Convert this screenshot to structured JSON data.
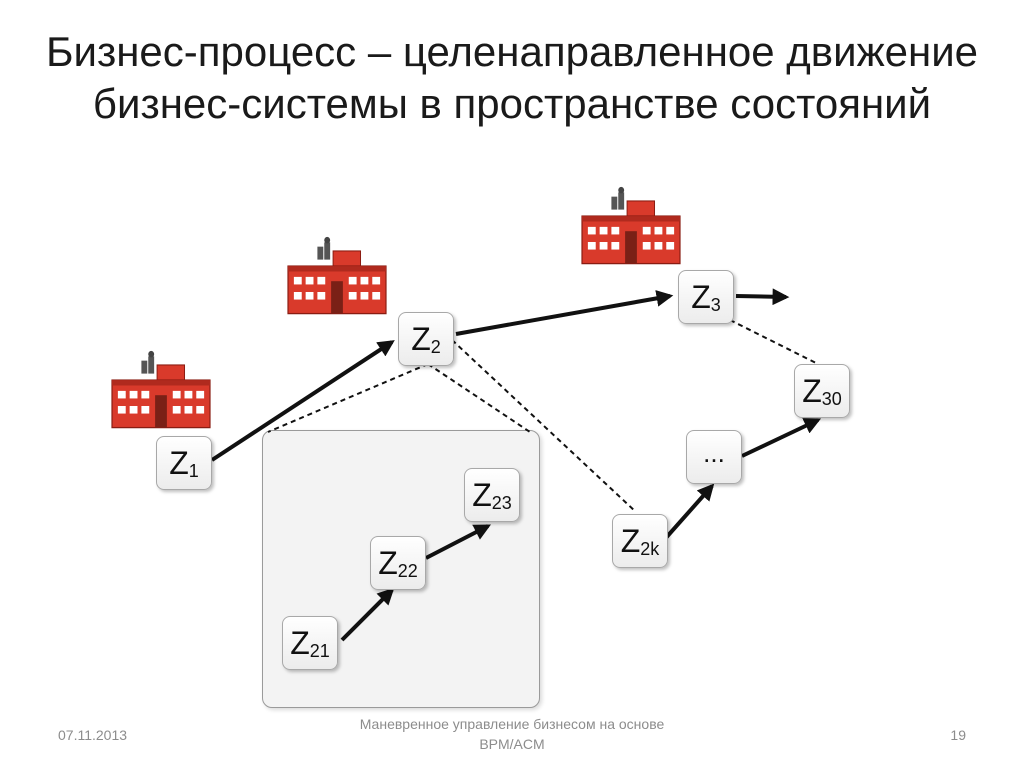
{
  "title": "Бизнес-процесс – целенаправленное движение бизнес-системы в пространстве состояний",
  "nodes": {
    "z1": {
      "letter": "Z",
      "sub": "1"
    },
    "z2": {
      "letter": "Z",
      "sub": "2"
    },
    "z3": {
      "letter": "Z",
      "sub": "3"
    },
    "z21": {
      "letter": "Z",
      "sub": "21"
    },
    "z22": {
      "letter": "Z",
      "sub": "22"
    },
    "z23": {
      "letter": "Z",
      "sub": "23"
    },
    "z2k": {
      "letter": "Z",
      "sub": "2k"
    },
    "ellipsis": {
      "label": "..."
    },
    "z30": {
      "letter": "Z",
      "sub": "30"
    }
  },
  "icons": [
    "factory-icon",
    "factory-icon",
    "factory-icon"
  ],
  "colors": {
    "factory": "#d93a2b",
    "arrow": "#111111",
    "panel": "#f3f3f3"
  },
  "footer": {
    "date": "07.11.2013",
    "center": "Маневренное управление бизнесом на основе BPM/ACM",
    "page": "19"
  }
}
